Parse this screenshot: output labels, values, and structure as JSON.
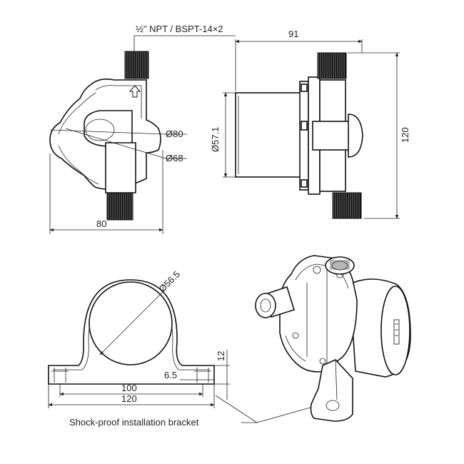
{
  "annotations": {
    "thread_spec": "½\" NPT / BSPT-14×2",
    "front": {
      "diameter_80": "Ø80",
      "diameter_68": "Ø68",
      "width": "80"
    },
    "side": {
      "length": "91",
      "height": "120",
      "diameter_57": "Ø57.1"
    },
    "bracket": {
      "diameter_56": "Ø56.5",
      "thickness": "12",
      "hole": "6.5",
      "hole_spacing": "100",
      "base_width": "120"
    },
    "caption": "Shock-proof installation bracket"
  }
}
